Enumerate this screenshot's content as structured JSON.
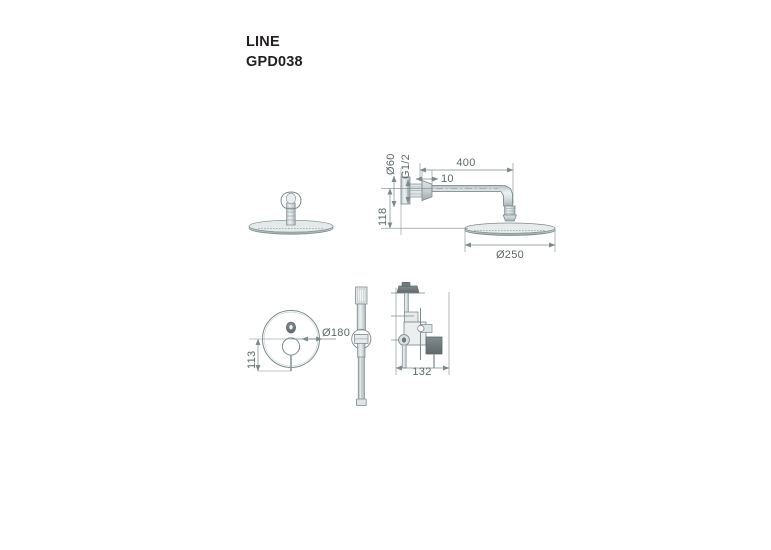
{
  "document": {
    "kind": "technical-drawing",
    "product_line": "LINE",
    "product_code": "GPD038",
    "background_color": "#ffffff",
    "line_color": "#7d8a8c",
    "fill_color": "#ced6d7",
    "dark_fill_color": "#6f797b",
    "text_color": "#231f20",
    "dimension_text_color": "#5c6769"
  },
  "title": {
    "line1": "LINE",
    "line2": "GPD038"
  },
  "views": [
    {
      "id": "shower-head-perspective",
      "name": "Shower head perspective view",
      "label": ""
    },
    {
      "id": "shower-arm-elevation",
      "name": "Wall mounted shower arm side elevation",
      "label": ""
    },
    {
      "id": "control-plate-front",
      "name": "Round control plate front view",
      "label": ""
    },
    {
      "id": "handshower-elevation",
      "name": "Handshower with hose elevation",
      "label": ""
    },
    {
      "id": "valve-body-side",
      "name": "Concealed valve body side view",
      "label": ""
    }
  ],
  "dimensions": {
    "arm_flange_diameter": "Ø60",
    "arm_thread": "G1/2",
    "arm_flange_depth": "10",
    "arm_length": "400",
    "arm_drop_height": "118",
    "head_diameter": "Ø250",
    "plate_diameter": "Ø180",
    "plate_offset": "113",
    "valve_depth": "132"
  }
}
